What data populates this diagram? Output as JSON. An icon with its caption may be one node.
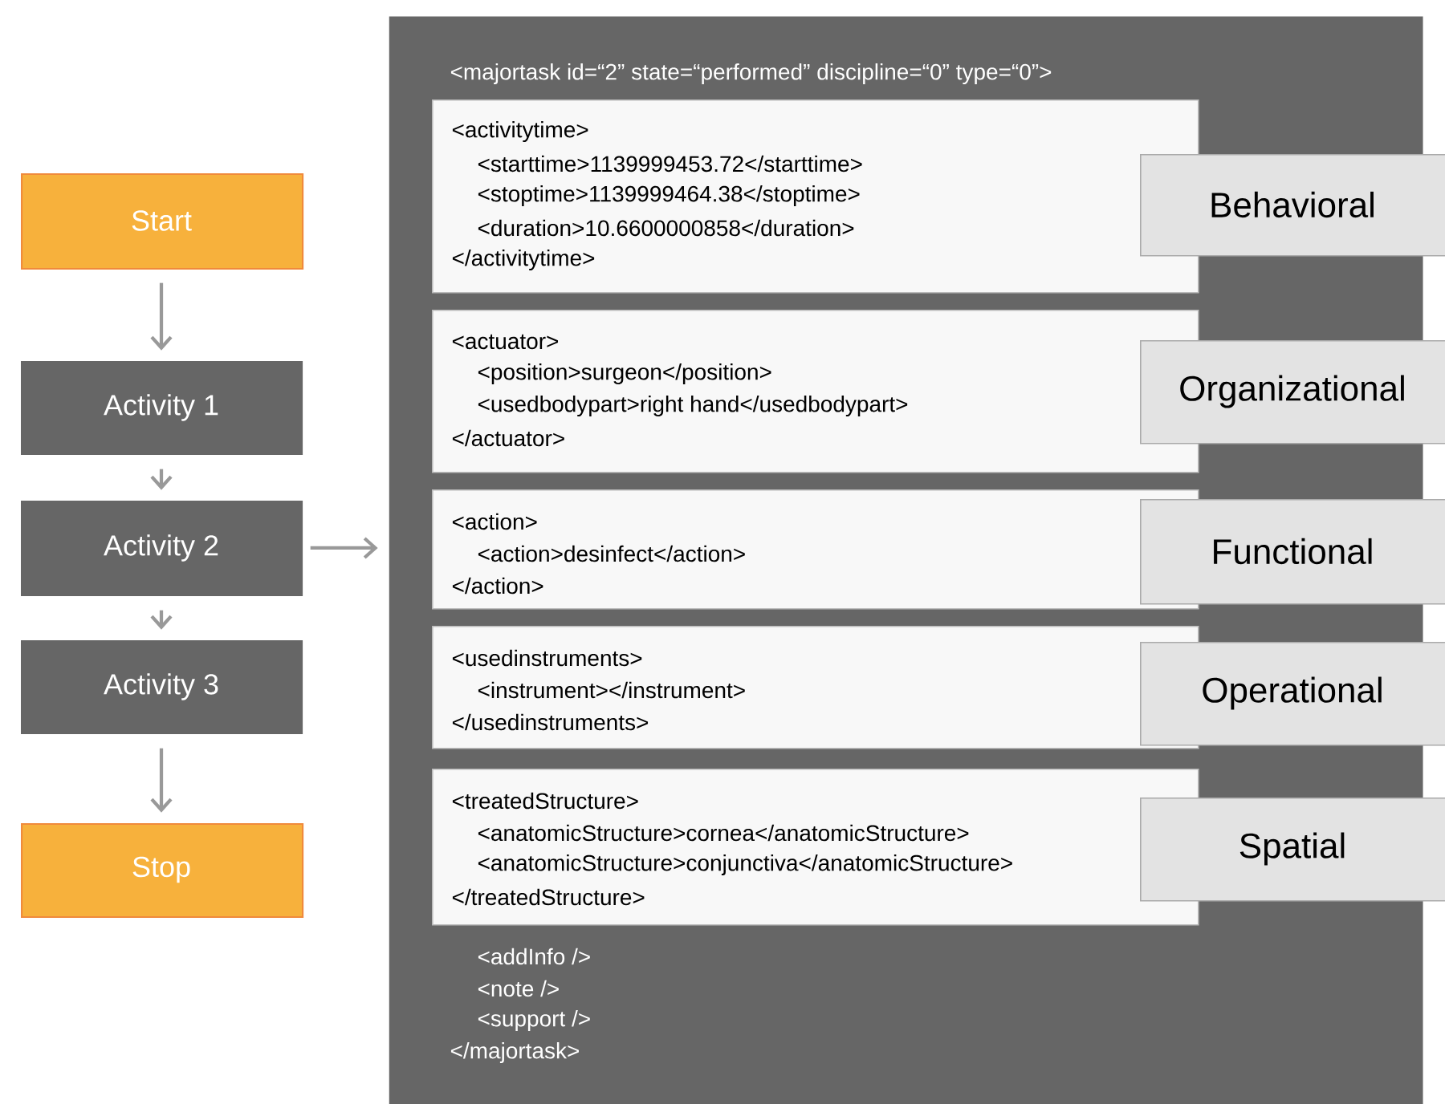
{
  "diagram": {
    "nodes": [
      {
        "text": [
          "Start"
        ]
      },
      {
        "text": [
          "Activity 1"
        ]
      },
      {
        "text": [
          "Activity 2"
        ]
      },
      {
        "text": [
          "Activity 3"
        ]
      },
      {
        "text": [
          "Stop"
        ]
      },
      {
        "text": [
          "<majortask id=“2” state=“performed” discipline=“0” type=“0”>",
          "<addInfo />",
          "<note />",
          "<support />",
          "</majortask>"
        ]
      },
      {
        "text": [
          "<activitytime>",
          "<starttime>1139999453.72</starttime>",
          "<stoptime>1139999464.38</stoptime>",
          "<duration>10.6600000858</duration>",
          "</activitytime>"
        ],
        "in": 5
      },
      {
        "text": [
          "<actuator>",
          "<position>surgeon</position>",
          "<usedbodypart>right hand</usedbodypart>",
          "</actuator>"
        ],
        "in": 5
      },
      {
        "text": [
          "<action>",
          "<action>desinfect</action>",
          "</action>"
        ],
        "in": 5
      },
      {
        "text": [
          "<usedinstruments>",
          "<instrument></instrument>",
          "</usedinstruments>"
        ],
        "in": 5
      },
      {
        "text": [
          "<treatedStructure>",
          "<anatomicStructure>cornea</anatomicStructure>",
          "<anatomicStructure>conjunctiva</anatomicStructure>",
          "</treatedStructure>"
        ],
        "in": 5
      },
      {
        "text": [
          "Behavioral"
        ]
      },
      {
        "text": [
          "Organizational"
        ]
      },
      {
        "text": [
          "Functional"
        ]
      },
      {
        "text": [
          "Operational"
        ]
      },
      {
        "text": [
          "Spatial"
        ]
      }
    ],
    "edges": [
      {
        "from": 0,
        "to": 1,
        "arrow": "to"
      },
      {
        "from": 1,
        "to": 2,
        "arrow": "to"
      },
      {
        "from": 2,
        "to": 3,
        "arrow": "to"
      },
      {
        "from": 3,
        "to": 4,
        "arrow": "to"
      },
      {
        "from": 2,
        "to": 5,
        "arrow": "to"
      }
    ]
  }
}
